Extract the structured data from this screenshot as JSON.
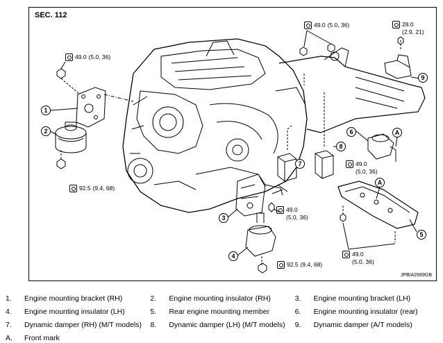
{
  "figure": {
    "section": "SEC. 112",
    "ref_code": "JPBIA2669GB",
    "torques": {
      "t1": {
        "value": "49.0",
        "paren": "(5.0, 36)"
      },
      "t2": {
        "value": "92.5",
        "paren": "(9.4, 68)"
      },
      "t3": {
        "value": "49.0",
        "paren": "(5.0, 36)"
      },
      "t4": {
        "value": "28.0",
        "paren": "(2.9, 21)"
      },
      "t5": {
        "value": "49.0",
        "paren": "(5.0, 36)"
      },
      "t6": {
        "value": "49.0",
        "paren": "(5.0, 36)"
      },
      "t7": {
        "value": "92.5",
        "paren": "(9.4, 68)"
      },
      "t8": {
        "value": "49.0",
        "paren": "(5.0, 36)"
      }
    },
    "callouts": {
      "c1": "1",
      "c2": "2",
      "c3": "3",
      "c4": "4",
      "c5": "5",
      "c6": "6",
      "c7": "7",
      "c8": "8",
      "c9": "9",
      "cA1": "A",
      "cA2": "A"
    }
  },
  "legend": {
    "rows": [
      [
        {
          "num": "1.",
          "text": "Engine mounting bracket (RH)"
        },
        {
          "num": "2.",
          "text": "Engine mounting insulator (RH)"
        },
        {
          "num": "3.",
          "text": "Engine mounting bracket (LH)"
        }
      ],
      [
        {
          "num": "4.",
          "text": "Engine mounting insulator (LH)"
        },
        {
          "num": "5.",
          "text": "Rear engine mounting member"
        },
        {
          "num": "6.",
          "text": "Engine mounting insulator (rear)"
        }
      ],
      [
        {
          "num": "7.",
          "text": "Dynamic damper (RH) (M/T models)"
        },
        {
          "num": "8.",
          "text": "Dynamic damper (LH) (M/T models)"
        },
        {
          "num": "9.",
          "text": "Dynamic damper (A/T models)"
        }
      ],
      [
        {
          "num": "A.",
          "text": "Front mark"
        }
      ]
    ]
  }
}
